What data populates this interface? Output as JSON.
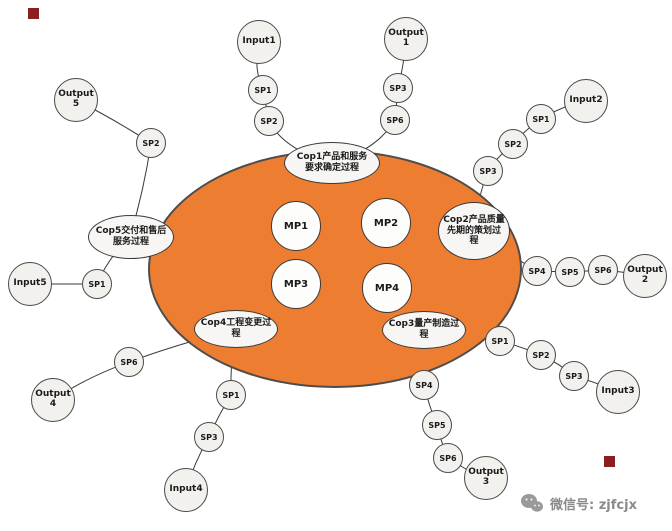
{
  "colors": {
    "ellipse_fill": "#ED7D31",
    "node_fill": "#F2F1EE",
    "connector_line": "#3A3A3A",
    "marker_square": "#8B1F1F",
    "footer_text": "#8A8A8A"
  },
  "mps": {
    "mp1": "MP1",
    "mp2": "MP2",
    "mp3": "MP3",
    "mp4": "MP4"
  },
  "cops": {
    "cop1": "Cop1产品和服务\n要求确定过程",
    "cop2": "Cop2产品质量\n先期的策划过\n程",
    "cop3": "Cop3量产制造过\n程",
    "cop4": "Cop4工程变更过\n程",
    "cop5": "Cop5交付和售后\n服务过程"
  },
  "nodes": {
    "input1": "Input1",
    "tl_sp1": "SP1",
    "tl_sp2": "SP2",
    "output1": "Output\n1",
    "tr_sp3": "SP3",
    "tr_sp6": "SP6",
    "input2": "Input2",
    "r1_sp1": "SP1",
    "r1_sp2": "SP2",
    "r1_sp3": "SP3",
    "r2_sp4": "SP4",
    "r2_sp5": "SP5",
    "r2_sp6": "SP6",
    "output2": "Output\n2",
    "r3_sp1": "SP1",
    "r3_sp2": "SP2",
    "r3_sp3": "SP3",
    "input3": "Input3",
    "br_sp4": "SP4",
    "br_sp5": "SP5",
    "br_sp6": "SP6",
    "output3": "Output\n3",
    "bl_sp1": "SP1",
    "bl_sp3": "SP3",
    "input4": "Input4",
    "lb_sp6": "SP6",
    "output4": "Output\n4",
    "lm_sp1": "SP1",
    "input5": "Input5",
    "lt_sp2": "SP2",
    "output5": "Output\n5"
  },
  "footer": {
    "wechat_text": "微信号: zjfcjx"
  }
}
